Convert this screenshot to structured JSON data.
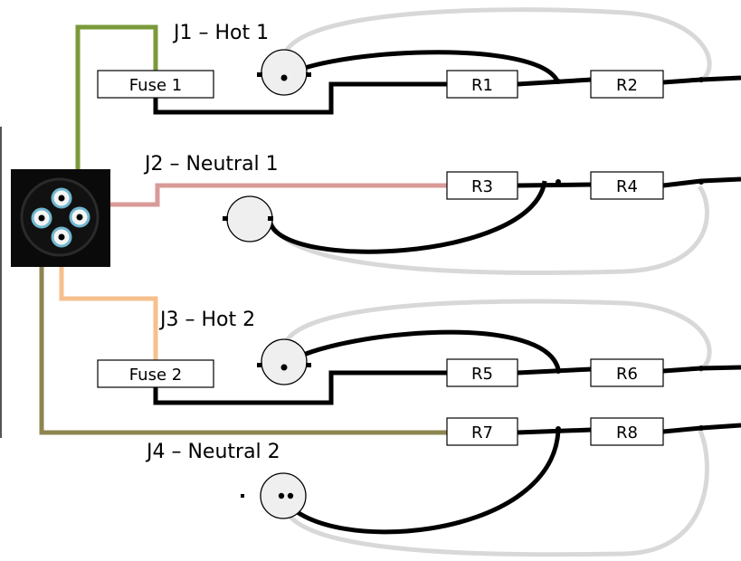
{
  "jacks": [
    {
      "label": "J1 – Hot  1"
    },
    {
      "label": "J2 – Neutral  1"
    },
    {
      "label": "J3 – Hot  2"
    },
    {
      "label": "J4 – Neutral  2"
    }
  ],
  "fuses": [
    {
      "label": "Fuse 1"
    },
    {
      "label": "Fuse 2"
    }
  ],
  "resistors": [
    {
      "label": "R1"
    },
    {
      "label": "R2"
    },
    {
      "label": "R3"
    },
    {
      "label": "R4"
    },
    {
      "label": "R5"
    },
    {
      "label": "R6"
    },
    {
      "label": "R7"
    },
    {
      "label": "R8"
    }
  ],
  "colors": {
    "wire_green": "#7a9a3a",
    "wire_pink": "#d99a98",
    "wire_peach": "#f5c08e",
    "wire_olive": "#8e8650",
    "loop_gray": "#d8d8d8",
    "wire_black": "#000000"
  }
}
